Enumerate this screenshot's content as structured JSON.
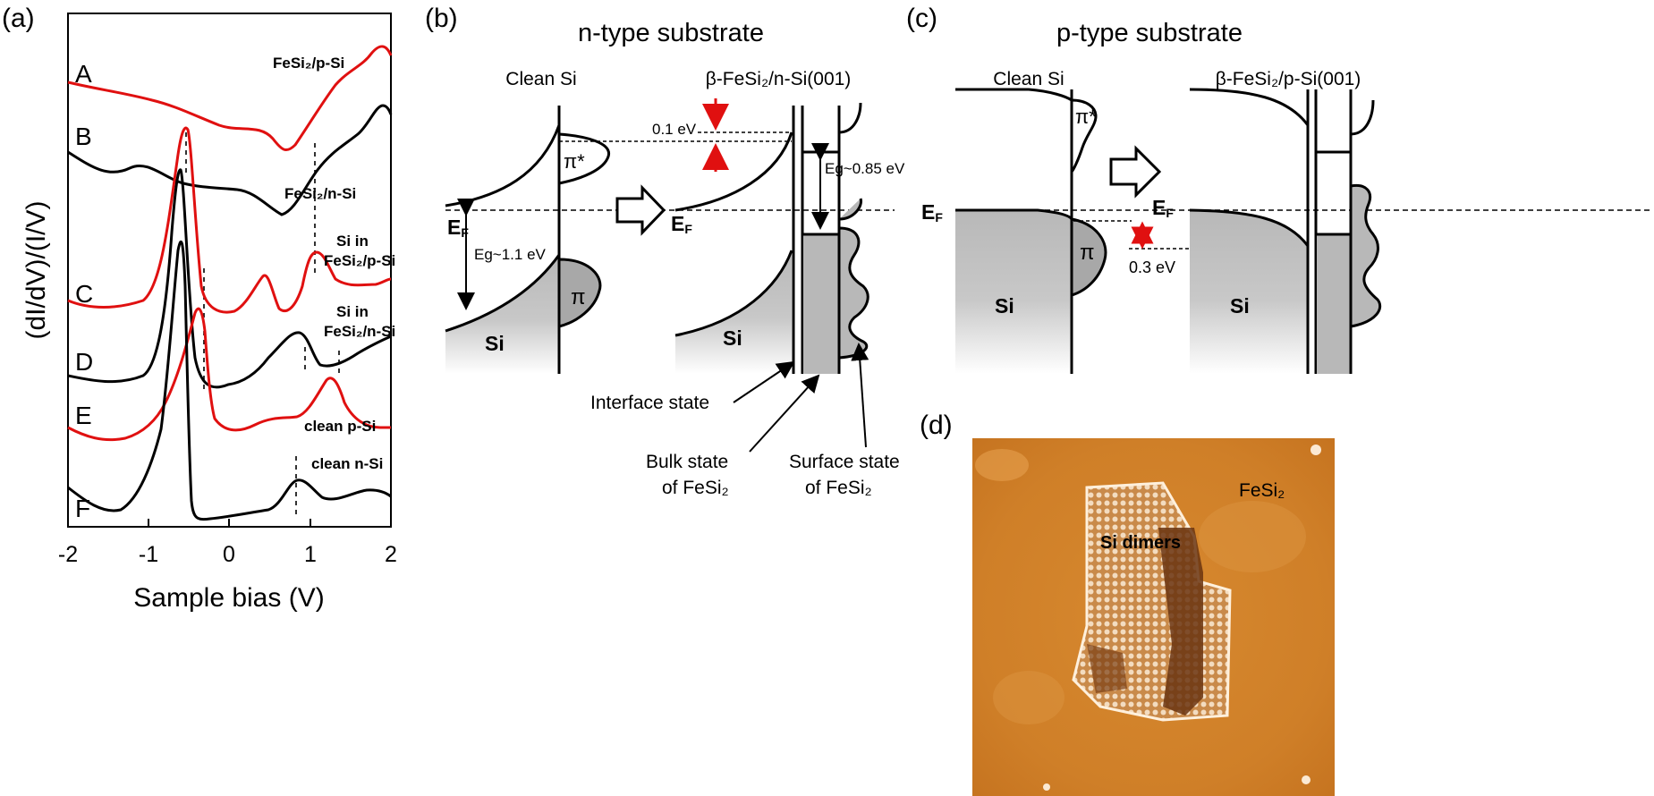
{
  "panels": {
    "a": "(a)",
    "b": "(b)",
    "c": "(c)",
    "d": "(d)"
  },
  "panel_a": {
    "ylabel": "(dI/dV)/(I/V)",
    "xlabel": "Sample bias (V)",
    "ticks": [
      "-2",
      "-1",
      "0",
      "1",
      "2"
    ],
    "curve_letters": [
      "A",
      "B",
      "C",
      "D",
      "E",
      "F"
    ],
    "annotations": {
      "A": "FeSi₂/p-Si",
      "B": "FeSi₂/n-Si",
      "C_line1": "Si in",
      "C_line2": "FeSi₂/p-Si",
      "D_line1": "Si in",
      "D_line2": "FeSi₂/n-Si",
      "E": "clean p-Si",
      "F": "clean n-Si"
    },
    "colors": {
      "red": "#e01010",
      "black": "#000000"
    }
  },
  "panel_b": {
    "title": "n-type substrate",
    "left_title": "Clean Si",
    "right_title": "β-FeSi₂/n-Si(001)",
    "ef": "E",
    "ef_sub": "F",
    "eg_left": "Eg~1.1 eV",
    "eg_right": "Eg~0.85 eV",
    "shift": "0.1 eV",
    "pi_star": "π*",
    "pi": "π",
    "si": "Si",
    "interface": "Interface state",
    "bulk_1": "Bulk state",
    "bulk_2": "of FeSi₂",
    "surface_1": "Surface state",
    "surface_2": "of FeSi₂"
  },
  "panel_c": {
    "title": "p-type substrate",
    "left_title": "Clean Si",
    "right_title": "β-FeSi₂/p-Si(001)",
    "ef": "E",
    "ef_sub": "F",
    "shift": "0.3 eV",
    "pi_star": "π*",
    "pi": "π",
    "si": "Si"
  },
  "panel_d": {
    "fesi2": "FeSi₂",
    "dimers": "Si dimers"
  }
}
